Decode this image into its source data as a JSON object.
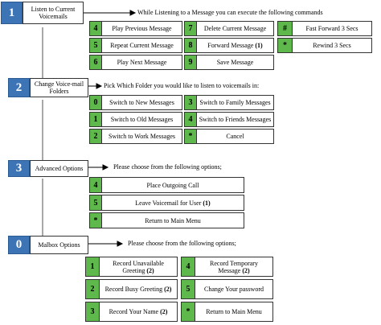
{
  "sections": [
    {
      "number": "1",
      "label": "Listen to Current Voicemails",
      "instruction": "While Listening to a Message you can execute the following commands",
      "commands": [
        {
          "key": "4",
          "text": "Play Previous Message",
          "suffix": ""
        },
        {
          "key": "5",
          "text": "Repeat Current Message",
          "suffix": ""
        },
        {
          "key": "6",
          "text": "Play Next Message",
          "suffix": ""
        },
        {
          "key": "7",
          "text": "Delete Current Message",
          "suffix": ""
        },
        {
          "key": "8",
          "text": "Forward Message",
          "suffix": "(1)"
        },
        {
          "key": "9",
          "text": "Save Message",
          "suffix": ""
        },
        {
          "key": "#",
          "text": "Fast Forward 3 Secs",
          "suffix": ""
        },
        {
          "key": "*",
          "text": "Rewind 3 Secs",
          "suffix": ""
        }
      ]
    },
    {
      "number": "2",
      "label": "Change Voice-mail Folders",
      "instruction": "Pick Which Folder you would like to listen to voicemails in:",
      "commands": [
        {
          "key": "0",
          "text": "Switch to New Messages",
          "suffix": ""
        },
        {
          "key": "1",
          "text": "Switch to Old Messages",
          "suffix": ""
        },
        {
          "key": "2",
          "text": "Switch to Work Messages",
          "suffix": ""
        },
        {
          "key": "3",
          "text": "Switch to Family Messages",
          "suffix": ""
        },
        {
          "key": "4",
          "text": "Switch to Friends Messages",
          "suffix": ""
        },
        {
          "key": "*",
          "text": "Cancel",
          "suffix": ""
        }
      ]
    },
    {
      "number": "3",
      "label": "Advanced Options",
      "instruction": "Please choose from the following options;",
      "commands": [
        {
          "key": "4",
          "text": "Place Outgoing Call",
          "suffix": ""
        },
        {
          "key": "5",
          "text": "Leave Voicemail for User",
          "suffix": "(1)"
        },
        {
          "key": "*",
          "text": "Return to Main Menu",
          "suffix": ""
        }
      ]
    },
    {
      "number": "0",
      "label": "Malbox Options",
      "instruction": "Please choose from the following options;",
      "commands": [
        {
          "key": "1",
          "text": "Record Unavailable Greeting",
          "suffix": "(2)"
        },
        {
          "key": "2",
          "text": "Record Busy Greeting",
          "suffix": "(2)"
        },
        {
          "key": "3",
          "text": "Record Your Name",
          "suffix": "(2)"
        },
        {
          "key": "4",
          "text": "Record Temporary Message",
          "suffix": "(2)"
        },
        {
          "key": "5",
          "text": "Change Your password",
          "suffix": ""
        },
        {
          "key": "*",
          "text": "Return to Main Menu",
          "suffix": ""
        }
      ]
    }
  ],
  "colors": {
    "section_number_bg": "#3c74b6",
    "key_bg": "#5eb84b",
    "line": "#8a8a8a"
  }
}
